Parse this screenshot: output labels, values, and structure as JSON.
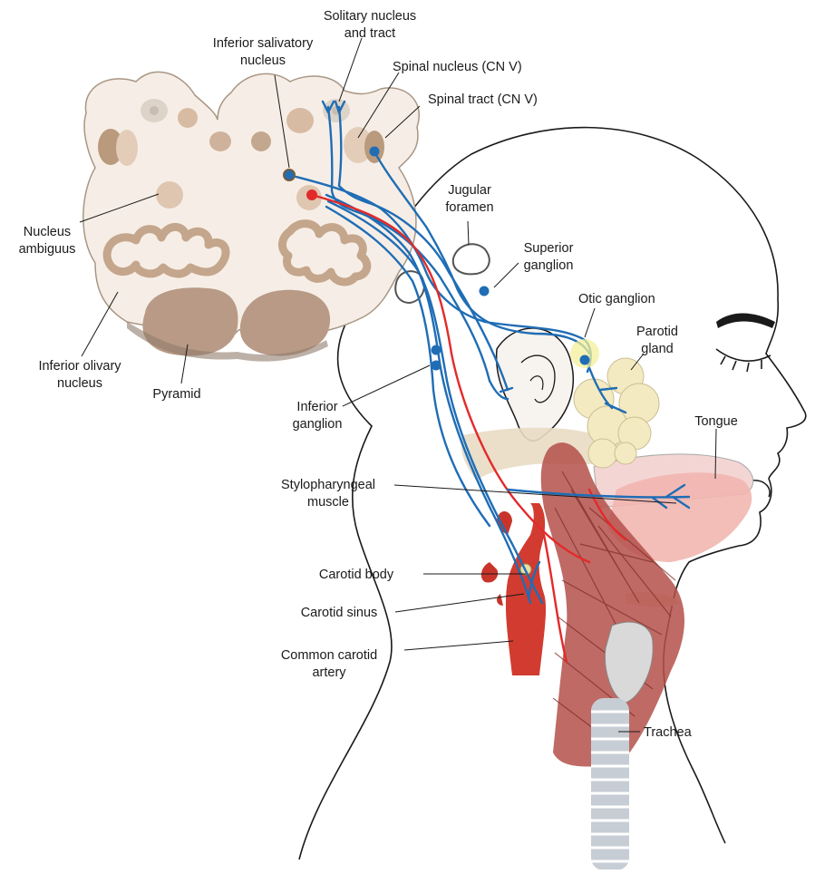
{
  "labels": {
    "solitary_1": "Solitary nucleus",
    "solitary_2": "and tract",
    "inf_saliv_1": "Inferior salivatory",
    "inf_saliv_2": "nucleus",
    "spinal_nucleus": "Spinal nucleus (CN V)",
    "spinal_tract": "Spinal tract (CN V)",
    "jugular_1": "Jugular",
    "jugular_2": "foramen",
    "superior_1": "Superior",
    "superior_2": "ganglion",
    "otic": "Otic ganglion",
    "parotid_1": "Parotid",
    "parotid_2": "gland",
    "nucleus_amb_1": "Nucleus",
    "nucleus_amb_2": "ambiguus",
    "inf_olivary_1": "Inferior olivary",
    "inf_olivary_2": "nucleus",
    "pyramid": "Pyramid",
    "inferior_gang_1": "Inferior",
    "inferior_gang_2": "ganglion",
    "tongue": "Tongue",
    "stylo_1": "Stylopharyngeal",
    "stylo_2": "muscle",
    "carotid_body": "Carotid body",
    "carotid_sinus": "Carotid sinus",
    "common_carotid_1": "Common carotid",
    "common_carotid_2": "artery",
    "trachea": "Trachea"
  },
  "colors": {
    "sensory_nerve": "#1f6db5",
    "motor_nerve": "#e32a2a",
    "medulla_fill": "#f6eee6",
    "nuclei": "#c9ab92",
    "artery": "#d23b30",
    "muscle": "#b4504a",
    "gland": "#f4eac2",
    "tongue": "#f2b6b0"
  }
}
